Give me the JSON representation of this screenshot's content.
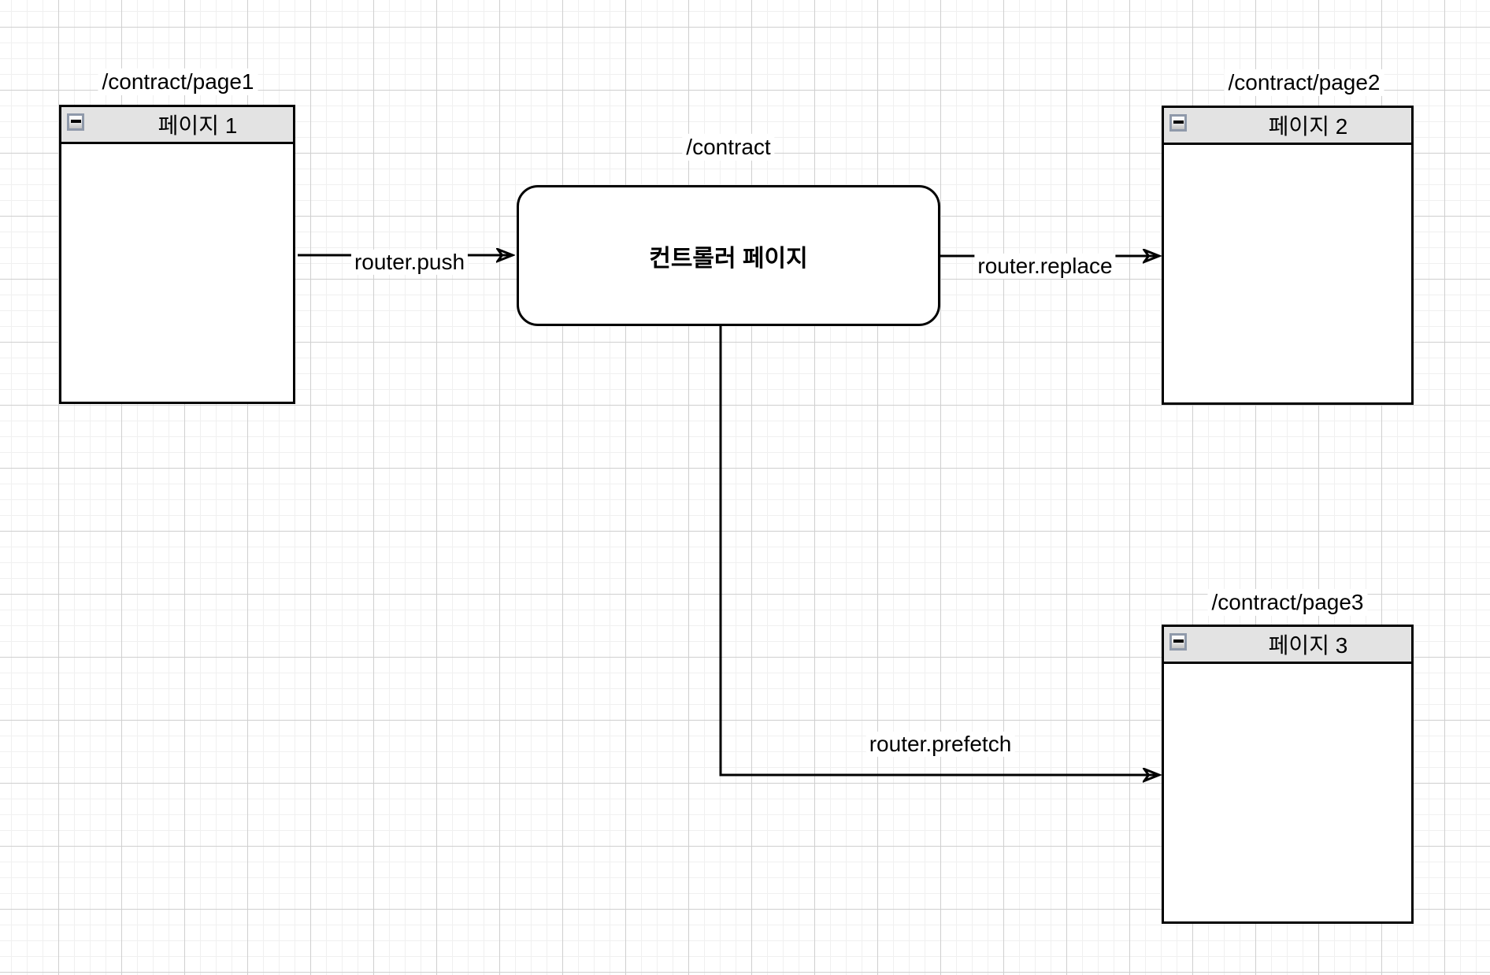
{
  "canvas": {
    "background_color": "#ffffff",
    "grid_minor_color": "#f0f0f0",
    "grid_major_color": "#cfcfcf",
    "stroke_color": "#000000",
    "titlebar_color": "#e3e3e3"
  },
  "controller": {
    "route": "/contract",
    "label": "컨트롤러 페이지"
  },
  "windows": [
    {
      "route": "/contract/page1",
      "title": "페이지 1"
    },
    {
      "route": "/contract/page2",
      "title": "페이지 2"
    },
    {
      "route": "/contract/page3",
      "title": "페이지 3"
    }
  ],
  "edges": [
    {
      "label": "router.push",
      "from": "페이지 1",
      "to": "컨트롤러 페이지"
    },
    {
      "label": "router.replace",
      "from": "컨트롤러 페이지",
      "to": "페이지 2"
    },
    {
      "label": "router.prefetch",
      "from": "컨트롤러 페이지",
      "to": "페이지 3"
    }
  ]
}
